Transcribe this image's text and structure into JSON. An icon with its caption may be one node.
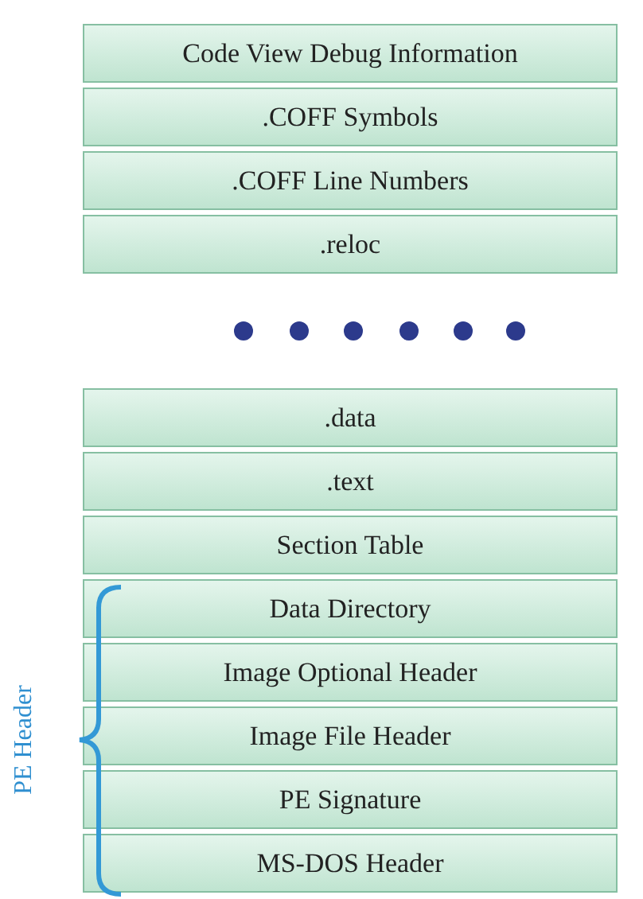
{
  "diagram": {
    "nodes": [
      {
        "text": [
          "Code View Debug Information"
        ]
      },
      {
        "text": [
          ".COFF Symbols"
        ]
      },
      {
        "text": [
          ".COFF Line Numbers"
        ]
      },
      {
        "text": [
          ".reloc"
        ]
      },
      {
        "text": [
          ".data"
        ]
      },
      {
        "text": [
          ".text"
        ]
      },
      {
        "text": [
          "Section Table"
        ]
      },
      {
        "text": [
          "Data Directory"
        ]
      },
      {
        "text": [
          "Image Optional Header"
        ]
      },
      {
        "text": [
          "Image File Header"
        ]
      },
      {
        "text": [
          "PE Signature"
        ]
      },
      {
        "text": [
          "MS-DOS Header"
        ]
      }
    ],
    "labels": [
      "PE Header"
    ]
  }
}
